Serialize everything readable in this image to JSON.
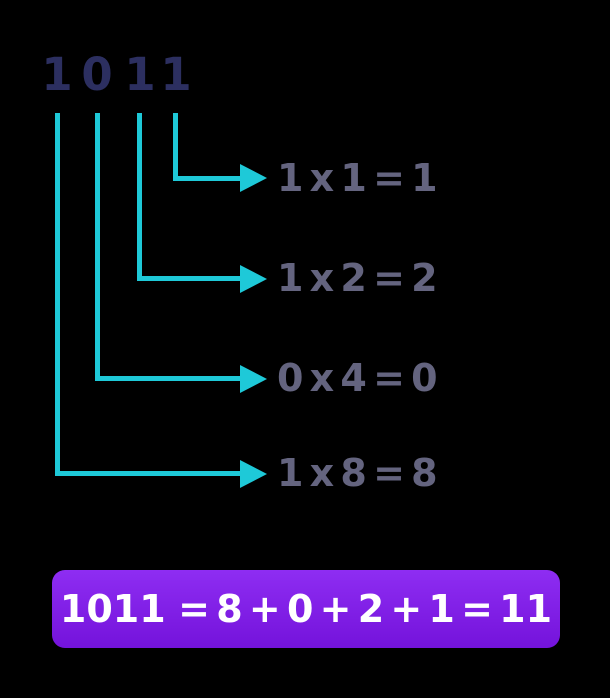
{
  "diagram": {
    "description": "Binary to decimal conversion of 1011",
    "binary_digits": [
      "1",
      "0",
      "1",
      "1"
    ],
    "equations": [
      {
        "label": "1 x 1 = 1",
        "source_digit_index": 3
      },
      {
        "label": "1 x 2 = 2",
        "source_digit_index": 2
      },
      {
        "label": "0 x 4 = 0",
        "source_digit_index": 1
      },
      {
        "label": "1 x 8 = 8",
        "source_digit_index": 0
      }
    ],
    "result": "1011  = 8 + 0 + 2 + 1 = 11"
  },
  "colors": {
    "background": "#000000",
    "digit": "#2c2f60",
    "equation_text": "#64647f",
    "connector": "#1ec9d8",
    "result_box_top": "#8e2df2",
    "result_box_bottom": "#7413db",
    "result_text": "#ffffff"
  }
}
